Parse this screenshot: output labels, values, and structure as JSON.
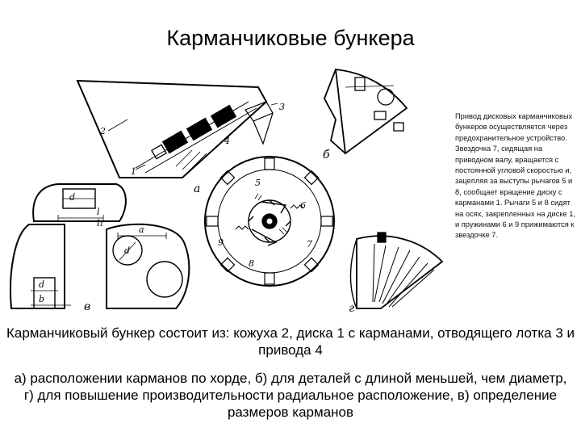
{
  "title": "Карманчиковые бункера",
  "description": "Привод дисковых карманчиковых бункеров осуществляется через предохранительное устройство. Звездочка 7, сидящая на приводном валу, вращается с постоянной угловой скоростью и, зацепляя за выступы рычагов 5 и 8, сообщает вращение диску с карманами 1. Рычаги 5 и 8 сидят на осях, закрепленных на диске 1, и пружинами 6 и 9 прижимаются к звездочке 7.",
  "caption_main": "Карманчиковый бункер состоит из: кожуха 2, диска 1 с карманами, отводящего лотка 3 и привода 4",
  "caption_variants": "а) расположении карманов по хорде, б) для деталей с длиной меньшей, чем диаметр, г) для повышение производительности радиальное расположение, в) определение размеров карманов",
  "figure_labels": {
    "a": "а",
    "b": "б",
    "v": "в",
    "g": "г",
    "n1": "1",
    "n2": "2",
    "n3": "3",
    "n4": "4",
    "n5": "5",
    "n6": "6",
    "n7": "7",
    "n8": "8",
    "n9": "9",
    "dim_d": "d",
    "dim_l": "l",
    "dim_l1": "l₁",
    "dim_a": "a",
    "dim_b": "b"
  }
}
